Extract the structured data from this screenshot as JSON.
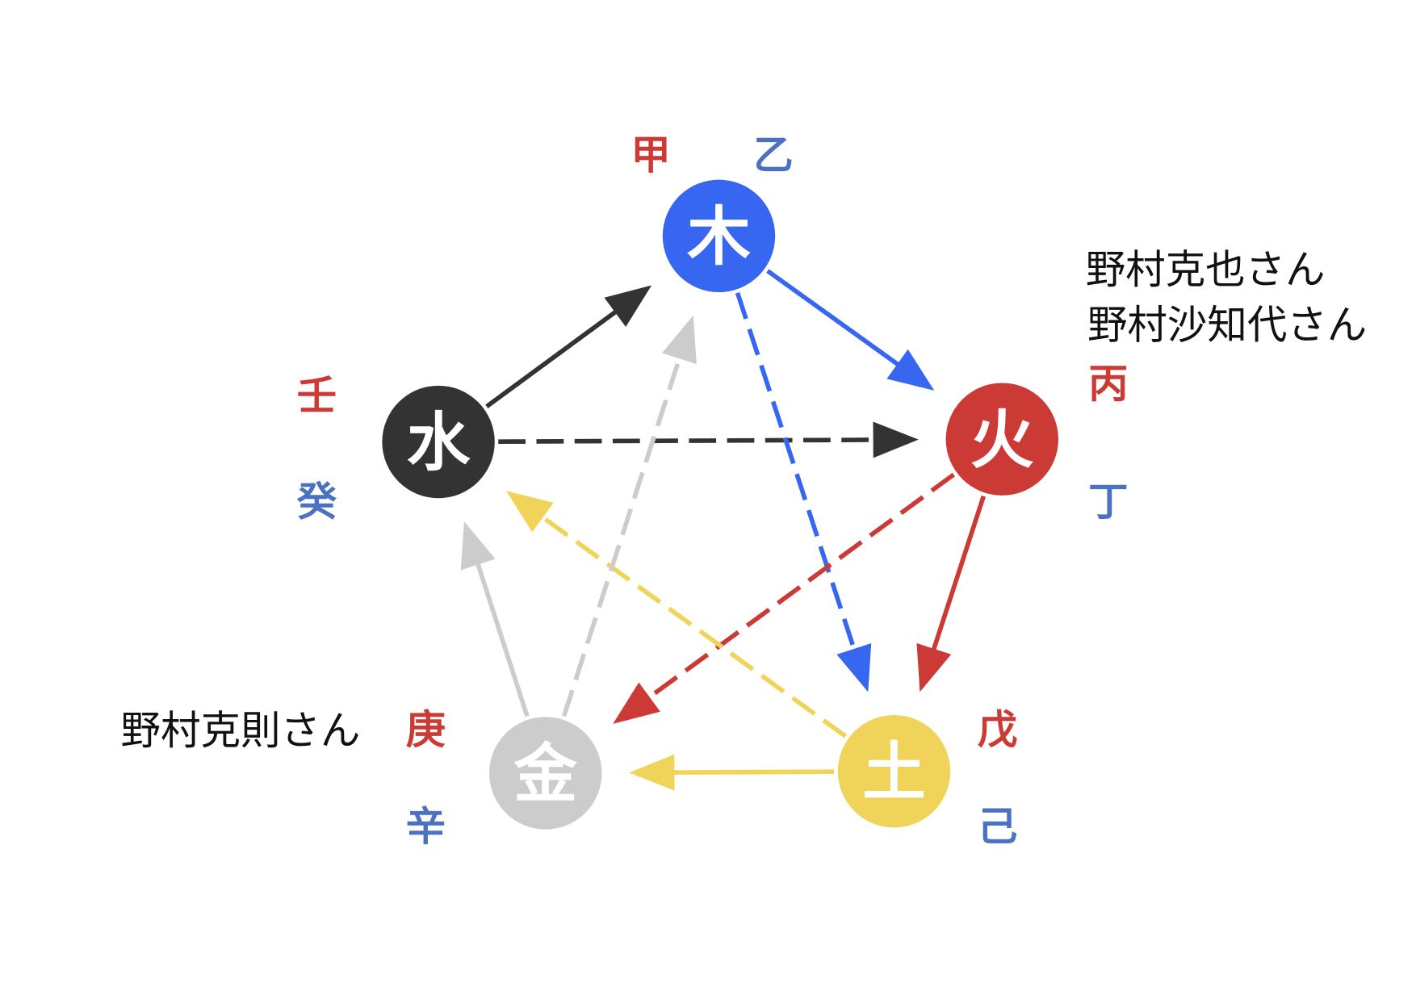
{
  "colors": {
    "wood": "#3766f0",
    "fire": "#cc3a36",
    "earth": "#f0d45a",
    "metal": "#cccccc",
    "water": "#333333",
    "yang": "#cc3a36",
    "yin": "#4a72c0"
  },
  "elements": {
    "wood": "木",
    "fire": "火",
    "earth": "土",
    "metal": "金",
    "water": "水"
  },
  "stems": {
    "jia": "甲",
    "yi": "乙",
    "bing": "丙",
    "ding": "丁",
    "wu": "戊",
    "ji": "己",
    "geng": "庚",
    "xin": "辛",
    "ren": "壬",
    "gui": "癸"
  },
  "people": {
    "katsuya": "野村克也さん",
    "sachiyo": "野村沙知代さん",
    "katsunori": "野村克則さん"
  },
  "edges": [
    {
      "from": "水",
      "to": "木",
      "style": "solid"
    },
    {
      "from": "木",
      "to": "火",
      "style": "solid"
    },
    {
      "from": "火",
      "to": "土",
      "style": "solid"
    },
    {
      "from": "土",
      "to": "金",
      "style": "solid"
    },
    {
      "from": "金",
      "to": "水",
      "style": "solid"
    },
    {
      "from": "水",
      "to": "火",
      "style": "dashed"
    },
    {
      "from": "木",
      "to": "土",
      "style": "dashed"
    },
    {
      "from": "火",
      "to": "金",
      "style": "dashed"
    },
    {
      "from": "土",
      "to": "水",
      "style": "dashed"
    },
    {
      "from": "金",
      "to": "木",
      "style": "dashed"
    }
  ]
}
